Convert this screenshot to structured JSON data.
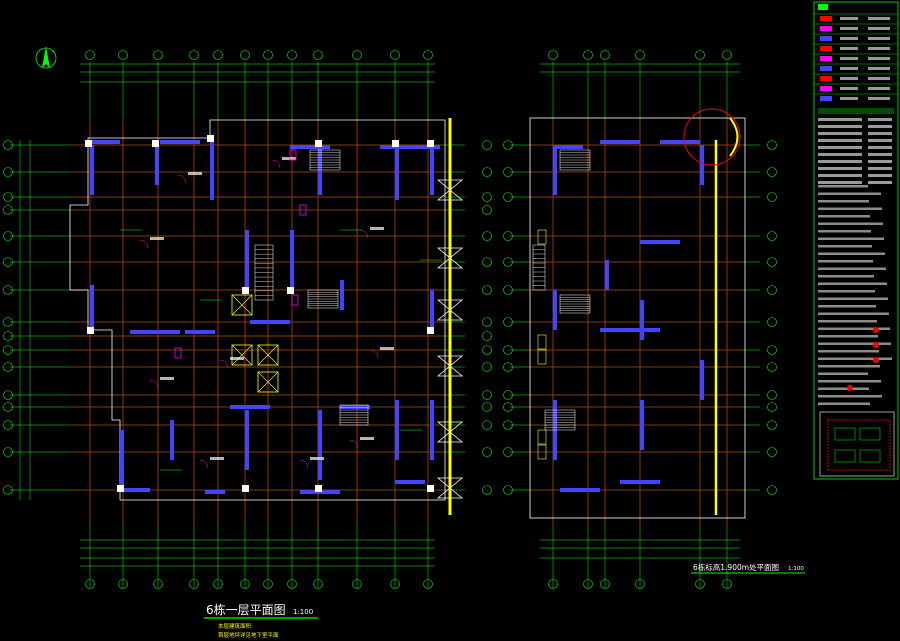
{
  "drawing": {
    "main_title": "6栋一层平面图",
    "main_scale": "1:100",
    "note_line_1": "本层建筑面积:",
    "note_line_2": "首层地坪详见地下室平面",
    "side_title": "6栋标高1.900m处平面图",
    "side_scale": "1:100"
  },
  "colors": {
    "background": "#000000",
    "grid": "#00ff00",
    "axis": "#ff0000",
    "wall": "#4444ff",
    "stair": "#ffff00",
    "text": "#ffffff"
  },
  "icons": {
    "north_arrow": "north-arrow-icon",
    "door_swing": "door-swing-icon",
    "elevator": "elevator-icon"
  }
}
